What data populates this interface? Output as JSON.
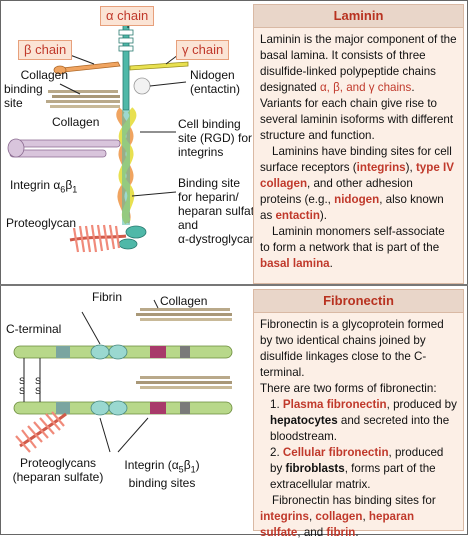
{
  "laminin": {
    "title": "Laminin",
    "p1": {
      "t1": "Laminin is the major component of the basal lamina. It consists of three disulfide-linked polypeptide chains designated ",
      "chains": "α, β, and γ chains",
      "t2": ". Variants for each chain give rise to several laminin isoforms with different structure and function."
    },
    "p2": {
      "t1": "Laminins have binding sites for cell surface receptors (",
      "integrins": "integrins",
      "t2": "), ",
      "type4": "type IV collagen",
      "t3": ", and other adhesion proteins (e.g., ",
      "nidogen": "nidogen",
      "t4": ", also known as ",
      "entactin": "entactin",
      "t5": ")."
    },
    "p3": {
      "t1": "Laminin monomers self-associate to form a network that is part of the ",
      "basal": "basal lamina",
      "t2": "."
    }
  },
  "fibronectin": {
    "title": "Fibronectin",
    "p1": "Fibronectin is a glycoprotein formed by two identical chains joined by disulfide linkages close to the C-terminal.",
    "p2": "There are two forms of fibronectin:",
    "item1": {
      "num": "1. ",
      "red": "Plasma fibronectin",
      "t1": ", produced by ",
      "bold": "hepatocytes",
      "t2": " and secreted into the bloodstream."
    },
    "item2": {
      "num": "2. ",
      "red": "Cellular fibronectin",
      "t1": ", produced by ",
      "bold": "fibroblasts",
      "t2": ", forms part of the extracellular matrix."
    },
    "p3": {
      "t1": "Fibronectin has binding sites for ",
      "integrins": "integrins",
      "s1": ", ",
      "collagen": "collagen",
      "s2": ", ",
      "heparan": "heparan sulfate",
      "s3": ", and ",
      "fibrin": "fibrin",
      "end": "."
    }
  },
  "laminin_diagram": {
    "alpha_chain": "α chain",
    "beta_chain": "β chain",
    "gamma_chain": "γ chain",
    "collagen_binding_1": "Collagen",
    "collagen_binding_2": "binding",
    "collagen_binding_3": "site",
    "collagen": "Collagen",
    "nidogen_1": "Nidogen",
    "nidogen_2": "(entactin)",
    "cell_binding_1": "Cell binding",
    "cell_binding_2": "site (RGD) for",
    "cell_binding_3": "integrins",
    "integrin_label": "Integrin α",
    "integrin_sub1": "6",
    "integrin_mid": "β",
    "integrin_sub2": "1",
    "heparin_1": "Binding site",
    "heparin_2": "for heparin/",
    "heparin_3": "heparan sulfate",
    "heparin_4": "and",
    "heparin_5": "α-dystroglycan",
    "proteoglycan": "Proteoglycan"
  },
  "fibronectin_diagram": {
    "fibrin": "Fibrin",
    "collagen": "Collagen",
    "c_terminal": "C-terminal",
    "s": "S",
    "proteoglycans_1": "Proteoglycans",
    "proteoglycans_2": "(heparan sulfate)",
    "integrin_1": "Integrin (α",
    "integrin_sub1": "5",
    "integrin_mid": "β",
    "integrin_sub2": "1",
    "integrin_end": ")",
    "integrin_2": "binding sites"
  },
  "colors": {
    "alpha": "#4fb8a8",
    "beta": "#f0a460",
    "gamma": "#e8e050",
    "red_text": "#c0392b",
    "panel_bg": "#fcefe6",
    "collagen": "#b9a98a",
    "proteoglycan": "#f08a7a",
    "fibronectin_rod": "#b8d88a"
  }
}
